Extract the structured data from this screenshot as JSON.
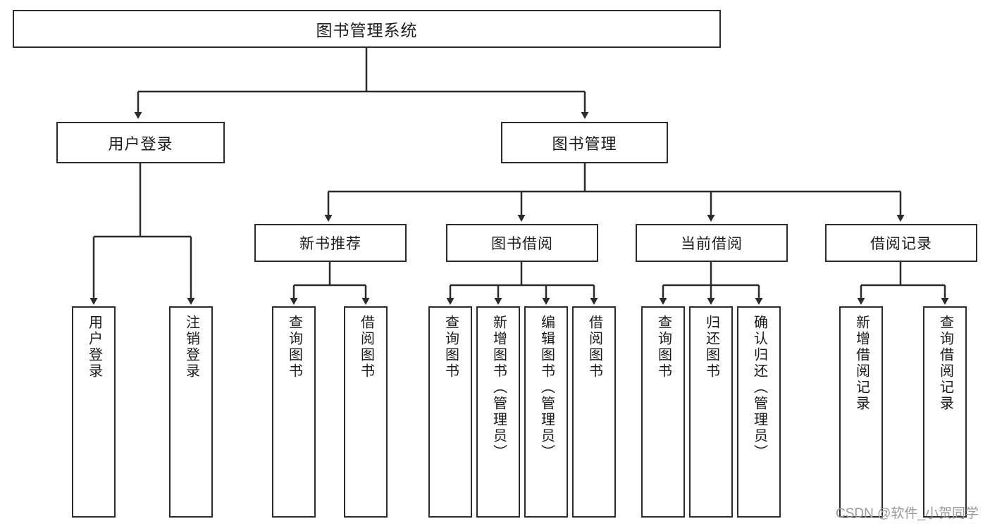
{
  "diagram": {
    "title": "图书管理系统",
    "type": "tree",
    "colors": {
      "stroke": "#2b2b2b",
      "fill": "#ffffff",
      "text": "#1a1a1a",
      "watermark": "#9a9a9a"
    },
    "root": {
      "label": "图书管理系统"
    },
    "level2": [
      {
        "label": "用户登录"
      },
      {
        "label": "图书管理"
      }
    ],
    "level3": [
      {
        "label": "新书推荐"
      },
      {
        "label": "图书借阅"
      },
      {
        "label": "当前借阅"
      },
      {
        "label": "借阅记录"
      }
    ],
    "leaves": {
      "user_login": [
        {
          "label": "用户登录"
        },
        {
          "label": "注销登录"
        }
      ],
      "new_book": [
        {
          "label": "查询图书"
        },
        {
          "label": "借阅图书"
        }
      ],
      "book_borrow": [
        {
          "label": "查询图书"
        },
        {
          "label": "新增图书（管理员）"
        },
        {
          "label": "编辑图书（管理员）"
        },
        {
          "label": "借阅图书"
        }
      ],
      "current_borrow": [
        {
          "label": "查询图书"
        },
        {
          "label": "归还图书"
        },
        {
          "label": "确认归还（管理员）"
        }
      ],
      "borrow_record": [
        {
          "label": "新增借阅记录"
        },
        {
          "label": "查询借阅记录"
        }
      ]
    }
  },
  "watermark": {
    "text": "CSDN @软件_小贺同学"
  }
}
